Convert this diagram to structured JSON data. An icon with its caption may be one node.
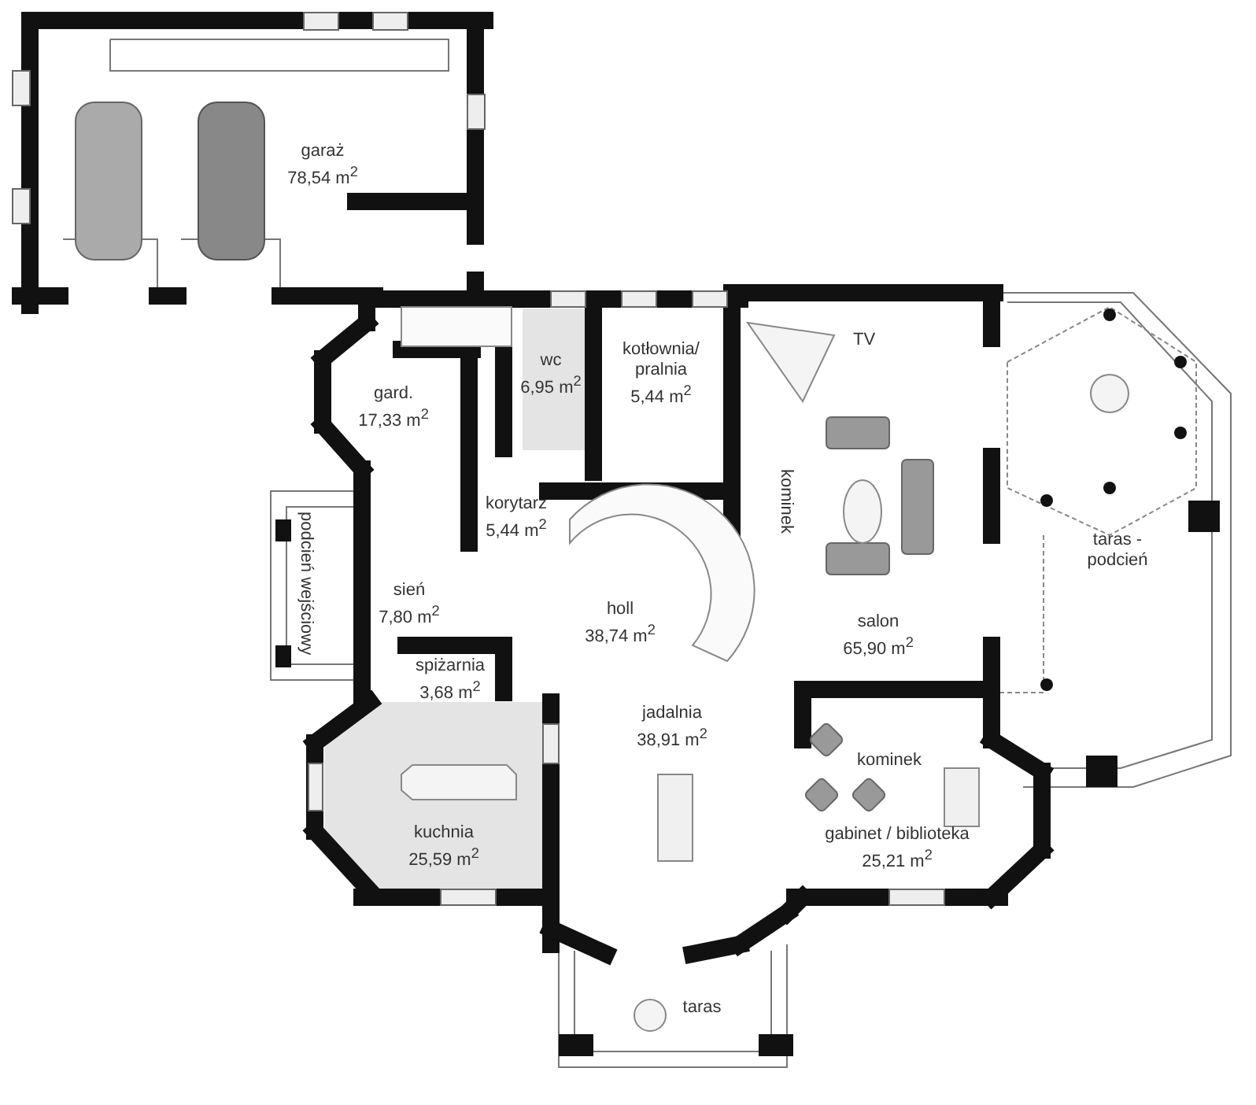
{
  "diagram": {
    "nodes": [
      {
        "text": [
          "garaż",
          "78,54 m$^{2}$"
        ]
      },
      {
        "text": [
          "gard.",
          "17,33 m$^{2}$"
        ]
      },
      {
        "text": [
          "wc",
          "6,95 m$^{2}$"
        ]
      },
      {
        "text": [
          "kotłownia/ pralnia",
          "5,44 m$^{2}$"
        ]
      },
      {
        "text": [
          "korytarz",
          "5,44 m$^{2}$"
        ]
      },
      {
        "text": [
          "podcień wejściowy"
        ]
      },
      {
        "text": [
          "sień",
          "7,80 m$^{2}$"
        ]
      },
      {
        "text": [
          "holl",
          "38,74 m$^{2}$"
        ]
      },
      {
        "text": [
          "salon",
          "65,90 m$^{2}$"
        ]
      },
      {
        "text": [
          "taras - podcień"
        ]
      },
      {
        "text": [
          "spiżarnia",
          "3,68 m$^{2}$"
        ]
      },
      {
        "text": [
          "jadalnia",
          "38,91 m$^{2}$"
        ]
      },
      {
        "text": [
          "kuchnia",
          "25,59 m$^{2}$"
        ]
      },
      {
        "text": [
          "gabinet / biblioteka",
          "25,21 m$^{2}$"
        ]
      },
      {
        "text": [
          "taras"
        ]
      }
    ],
    "labels": [
      "TV",
      "kominek",
      "kominek"
    ]
  }
}
